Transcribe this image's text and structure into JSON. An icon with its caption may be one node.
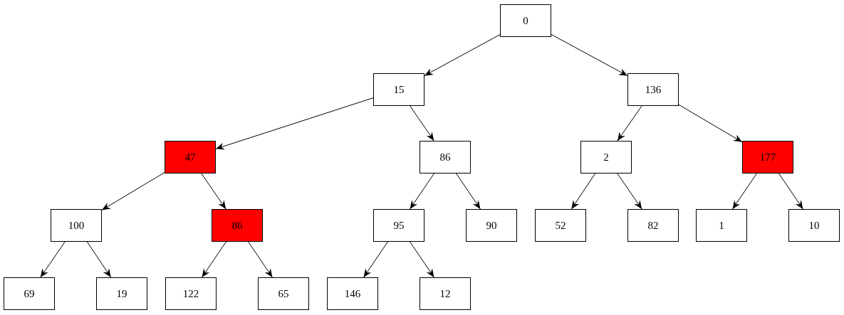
{
  "diagram": {
    "nodes": [
      {
        "text": [
          "0"
        ]
      },
      {
        "text": [
          "15"
        ]
      },
      {
        "text": [
          "136"
        ]
      },
      {
        "text": [
          "47"
        ]
      },
      {
        "text": [
          "86"
        ]
      },
      {
        "text": [
          "2"
        ]
      },
      {
        "text": [
          "177"
        ]
      },
      {
        "text": [
          "100"
        ]
      },
      {
        "text": [
          "86"
        ]
      },
      {
        "text": [
          "95"
        ]
      },
      {
        "text": [
          "90"
        ]
      },
      {
        "text": [
          "52"
        ]
      },
      {
        "text": [
          "82"
        ]
      },
      {
        "text": [
          "1"
        ]
      },
      {
        "text": [
          "10"
        ]
      },
      {
        "text": [
          "69"
        ]
      },
      {
        "text": [
          "19"
        ]
      },
      {
        "text": [
          "122"
        ]
      },
      {
        "text": [
          "65"
        ]
      },
      {
        "text": [
          "146"
        ]
      },
      {
        "text": [
          "12"
        ]
      }
    ],
    "edges": [
      {
        "from": 0,
        "to": 1,
        "arrow": "to"
      },
      {
        "from": 0,
        "to": 2,
        "arrow": "to"
      },
      {
        "from": 1,
        "to": 3,
        "arrow": "to"
      },
      {
        "from": 1,
        "to": 4,
        "arrow": "to"
      },
      {
        "from": 2,
        "to": 5,
        "arrow": "to"
      },
      {
        "from": 2,
        "to": 6,
        "arrow": "to"
      },
      {
        "from": 3,
        "to": 7,
        "arrow": "to"
      },
      {
        "from": 3,
        "to": 8,
        "arrow": "to"
      },
      {
        "from": 4,
        "to": 9,
        "arrow": "to"
      },
      {
        "from": 4,
        "to": 10,
        "arrow": "to"
      },
      {
        "from": 5,
        "to": 11,
        "arrow": "to"
      },
      {
        "from": 5,
        "to": 12,
        "arrow": "to"
      },
      {
        "from": 6,
        "to": 13,
        "arrow": "to"
      },
      {
        "from": 6,
        "to": 14,
        "arrow": "to"
      },
      {
        "from": 7,
        "to": 15,
        "arrow": "to"
      },
      {
        "from": 7,
        "to": 16,
        "arrow": "to"
      },
      {
        "from": 8,
        "to": 17,
        "arrow": "to"
      },
      {
        "from": 8,
        "to": 18,
        "arrow": "to"
      },
      {
        "from": 9,
        "to": 19,
        "arrow": "to"
      },
      {
        "from": 9,
        "to": 20,
        "arrow": "to"
      }
    ]
  }
}
